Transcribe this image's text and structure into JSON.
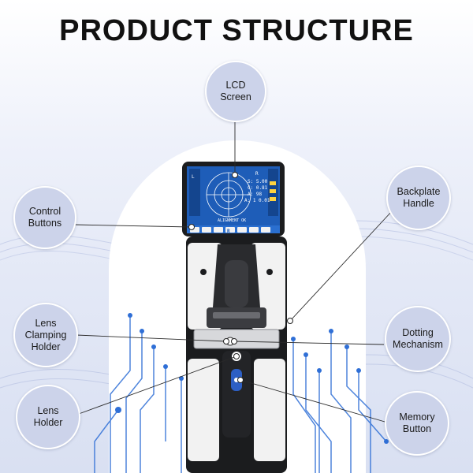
{
  "title": "PRODUCT STRUCTURE",
  "labels": {
    "lcd_screen": "LCD Screen",
    "control_buttons": "Control\nButtons",
    "backplate_handle": "Backplate\nHandle",
    "lens_clamping_holder": "Lens\nClamping\nHolder",
    "dotting_mechanism": "Dotting\nMechanism",
    "lens_holder": "Lens Holder",
    "memory_button": "Memory\nButton"
  },
  "screen": {
    "side_letter": "L",
    "r_indicator": "R",
    "readouts": [
      "S: 5.00",
      "C: 0.81",
      "A: 98",
      "A: 1 0.01"
    ],
    "alignment": "ALIGNMENT OK",
    "button_label": "R"
  },
  "colors": {
    "circle_fill": "#ccd3ea",
    "screen_blue": "#1e5db8",
    "device_black": "#1b1c1e",
    "device_white": "#f2f2f2",
    "circuit_blue": "#2f6fd6"
  }
}
